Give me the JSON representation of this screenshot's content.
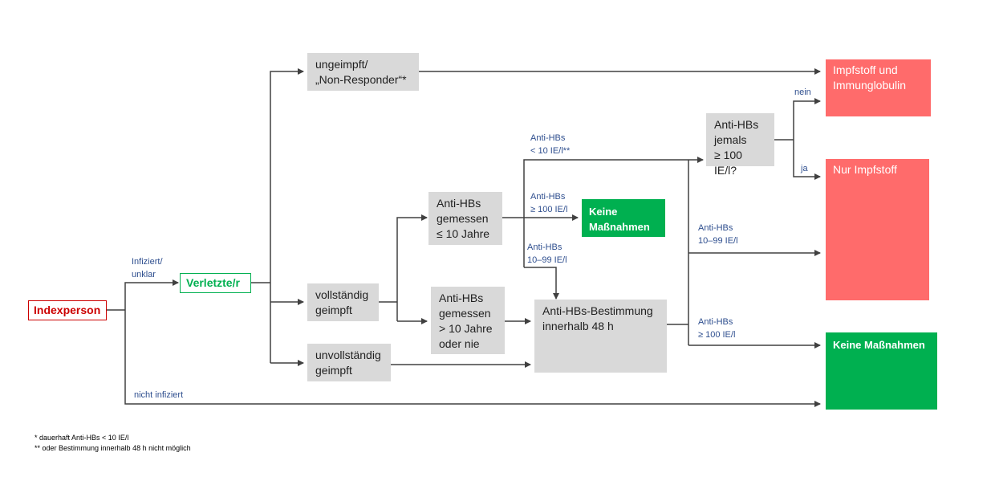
{
  "nodes": {
    "indexperson": "Indexperson",
    "verletzte": "Verletzte/r",
    "ungeimpft": "ungeimpft/\n„Non-Responder“*",
    "vollstaendig": "vollständig\ngeimpft",
    "unvollstaendig": "unvollständig\ngeimpft",
    "gemessen_le10": "Anti-HBs\ngemessen\n≤ 10 Jahre",
    "gemessen_gt10": "Anti-HBs\ngemessen\n> 10 Jahre\noder nie",
    "keine_mid": "Keine\nMaßnahmen",
    "bestimmung": "Anti-HBs-Bestimmung\ninnerhalb 48 h",
    "jemals": "Anti-HBs\njemals\n≥ 100 IE/l?",
    "impfstoff_ig": "Impfstoff und\nImmunglobulin",
    "nur_impfstoff": "Nur Impfstoff",
    "keine_right": "Keine Maßnahmen"
  },
  "edge_labels": {
    "infiziert": "Infiziert/\nunklar",
    "nicht_infiziert": "nicht infiziert",
    "lt10": "Anti-HBs\n< 10 IE/l**",
    "ge100_mid": "Anti-HBs\n≥  100 IE/l",
    "r10_99_mid": "Anti-HBs\n10–99 IE/l",
    "r10_99_right": "Anti-HBs\n10–99 IE/l",
    "ge100_right": "Anti-HBs\n≥ 100 IE/l",
    "nein": "nein",
    "ja": "ja"
  },
  "footnotes": {
    "note1": "* dauerhaft Anti-HBs < 10 IE/l",
    "note2": "** oder Bestimmung innerhalb 48 h nicht möglich"
  },
  "colors": {
    "grey_box": "#d9d9d9",
    "red_box": "#ff6b6b",
    "green_box": "#00b050",
    "index_red": "#cc0000",
    "label_blue": "#2f4f8f",
    "line": "#404040"
  }
}
